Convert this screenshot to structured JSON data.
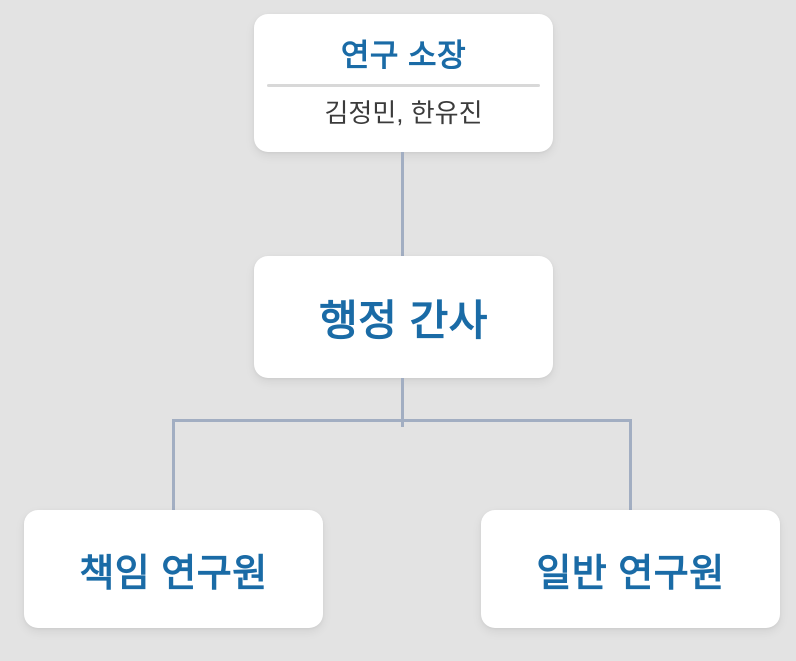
{
  "page": {
    "background": "#e3e3e3"
  },
  "colors": {
    "accent_blue": "#1a6ba6",
    "member_text": "#3b3b3b",
    "connector": "#a2aec2",
    "divider": "#d8d8d8",
    "box_bg": "#ffffff",
    "page_bg": "#e3e3e3"
  },
  "org_chart": {
    "type": "org-tree",
    "nodes": [
      {
        "id": "director",
        "title": "연구 소장",
        "members": "김정민, 한유진",
        "parent": null
      },
      {
        "id": "admin-secretary",
        "title": "행정 간사",
        "parent": "director"
      },
      {
        "id": "senior-researcher",
        "title": "책임 연구원",
        "parent": "admin-secretary"
      },
      {
        "id": "general-researcher",
        "title": "일반 연구원",
        "parent": "admin-secretary"
      }
    ]
  }
}
